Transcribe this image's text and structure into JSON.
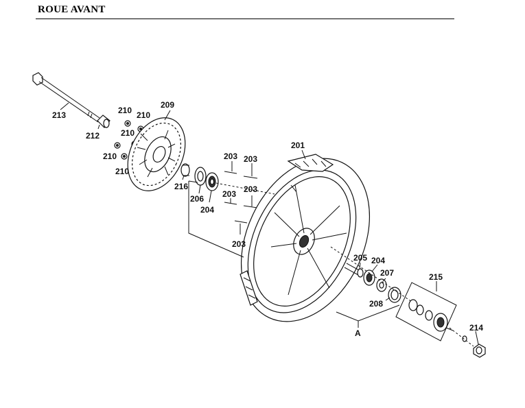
{
  "title": "ROUE AVANT",
  "callouts": [
    {
      "id": "c213",
      "text": "213"
    },
    {
      "id": "c212",
      "text": "212"
    },
    {
      "id": "c210a",
      "text": "210"
    },
    {
      "id": "c210b",
      "text": "210"
    },
    {
      "id": "c210c",
      "text": "210"
    },
    {
      "id": "c210d",
      "text": "210"
    },
    {
      "id": "c210e",
      "text": "210"
    },
    {
      "id": "c209",
      "text": "209"
    },
    {
      "id": "c201",
      "text": "201"
    },
    {
      "id": "c203a",
      "text": "203"
    },
    {
      "id": "c203b",
      "text": "203"
    },
    {
      "id": "c203c",
      "text": "203"
    },
    {
      "id": "c203d",
      "text": "203"
    },
    {
      "id": "c203e",
      "text": "203"
    },
    {
      "id": "c216",
      "text": "216"
    },
    {
      "id": "c206",
      "text": "206"
    },
    {
      "id": "c204a",
      "text": "204"
    },
    {
      "id": "c205",
      "text": "205"
    },
    {
      "id": "c204b",
      "text": "204"
    },
    {
      "id": "c207",
      "text": "207"
    },
    {
      "id": "c208",
      "text": "208"
    },
    {
      "id": "c215",
      "text": "215"
    },
    {
      "id": "c214",
      "text": "214"
    },
    {
      "id": "cA",
      "text": "A"
    }
  ],
  "colors": {
    "ink": "#111111",
    "background": "#ffffff"
  }
}
